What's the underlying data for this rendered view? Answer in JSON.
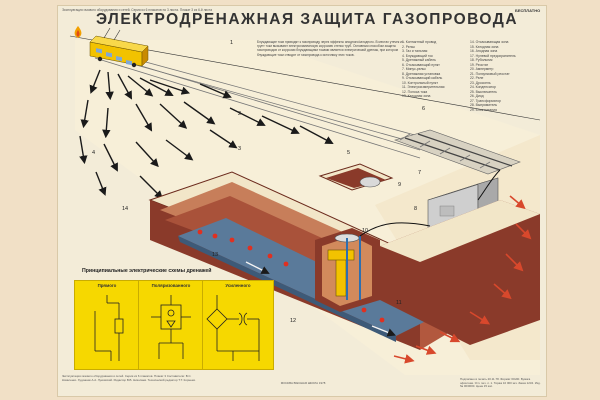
{
  "header": {
    "title": "ЭЛЕКТРОДРЕНАЖНАЯ ЗАЩИТА ГАЗОПРОВОДА",
    "top_note": "Эксплуатация газового оборудования и сетей. Серия из 6 плакатов по 3 листа. Плакат 3 из 6-й листа",
    "free_label": "БЕСПЛАТНО"
  },
  "paragraph": "Блуждающие токи приводят к газопроводу через эффекты анодного/катодного. В местах утечек из грунт токи вызывают электрохимическую коррозию стенок труб. Основным способом защиты газопроводов от коррозии блуждающими токами является электрический дренаж, при котором блуждающие токи отводят от газопровода к источнику этих токов.",
  "legend_left": [
    "1. Контактный провод",
    "2. Рельс",
    "3. Газ и тальная",
    "4. Блуждающий ток",
    "5. Дренажный кабель",
    "6. Отсасывающий пункт",
    "7. Минус-рельс",
    "8. Дренажная установка",
    "9. Отсасывающий кабель",
    "10. Контрольный пункт",
    "11. Электроизмерительная",
    "12. Полоса тока",
    "13. Катодная зона"
  ],
  "legend_right": [
    "14. Отсасывающая зона",
    "15. Катодная зона",
    "16. Анодная зона",
    "17. Нулевой предохранитель",
    "18. Рубильник",
    "19. Реостат",
    "20. Амперметр",
    "21. Ползунковый реостат",
    "22. Реле",
    "23. Дроссель",
    "24. Конденсатор",
    "25. Выключатель",
    "26. Диод",
    "27. Трансформатор",
    "28. Выпрямитель",
    "29. Блок питания"
  ],
  "callouts": [
    "1",
    "2",
    "3",
    "4",
    "5",
    "6",
    "7",
    "8",
    "9",
    "10",
    "11",
    "12",
    "13",
    "14"
  ],
  "schemes": {
    "title": "Принципиальные электрические схемы дренажей",
    "panels": [
      {
        "title": "Прямого"
      },
      {
        "title": "Поляризованного"
      },
      {
        "title": "Усиленного"
      }
    ]
  },
  "footer": {
    "left": "Эксплуатация газового оборудования и сетей. Серия из 6 плакатов. Плакат 3 Составители: В.С. Коваленко. Художник А.А. Лукомский. Редактор В.В. Николаев. Технический редактор Т.Т. Корнеев.",
    "center": "МОСКВА ВЫСШАЯ ШКОЛА 1978",
    "right": "Подписано в печать 20.11.78. Формат 60x90. Бумага офсетная. Усл. печ. л. 1. Тираж 10 000 экз. Заказ 1234. Изд. № 00/0000. Цена 15 коп."
  },
  "colors": {
    "paper": "#f3ecd8",
    "soil": "#8a3a2a",
    "soil_light": "#c77e5a",
    "pipe": "#5a7a9a",
    "trolley": "#f2c200",
    "scheme_bg": "#f6d800",
    "arrow_red": "#d8482c"
  }
}
